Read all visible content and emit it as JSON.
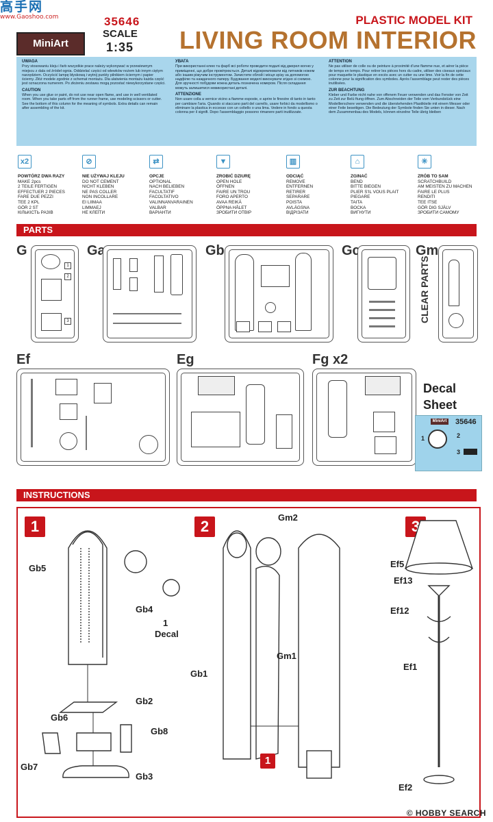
{
  "watermark": {
    "big": "高手网",
    "small": "www.Gaoshoo.com"
  },
  "header": {
    "logo": "MiniArt",
    "kit_number": "35646",
    "scale_label": "SCALE",
    "scale_value": "1:35",
    "kit_type": "PLASTIC MODEL KIT",
    "title": "LIVING ROOM INTERIOR"
  },
  "warnings": {
    "uwaga": {
      "heading": "UWAGA",
      "text": "Przy stosowaniu kleju i farb wszystkie prace należy wykonywać w przewiewnym miejscu z dala od źródeł ognia. Oddzielać części od wlewków nożem lub innym ciętym narzędziem. Oczyścić lampę błyskową i wytnij punkty pilnikiem ściernym i papier ścierny. Złóż modele zgodnie z schemat montażu. Dla ułatwienia montażu każda część jest oznaczona numerem. Po złożeniu zestawu mogą pozostać niewykorzystane części."
    },
    "caution": {
      "heading": "CAUTION",
      "text": "When you use glue or paint, do not use near open flame, and use in well ventilated room. When you take parts off from the runner frame, use modeling scissors or cutter. See the bottom of this column for the meaning of symbols. Extra details can remain after assembling of the kit."
    },
    "uvaga": {
      "heading": "УВАГА",
      "text": "При використанні клею та фарб всі роботи проводити подалі від джерел вогню у приміщенні, що добре провітрюється. Деталі відокремлювати від литників ножем або іншим ріжучим інструментом. Зачистити облой і місця зрізу за допомогою надфілю та наждачного паперу. Будування моделі виконувати згідно зі схемою. Для зручності побудови кожна деталь позначена номером. Після складання можуть залишитися невикористані деталі."
    },
    "attenzione": {
      "heading": "ATTENZIONE",
      "text": "Non usare colla a vernice vicino a fiamme esposte, e aprire le finestre di tanto in tanto per cambiare l'aria. Quando si staccano parti del carrello, usare forbici da modellismo o eliminare la plastica in eccesso con un coltello o una lima. Vedere in fondo a questa colonna per il signifi. Dopo l'assemblaggio possono rimanere parti inutilizzate."
    },
    "attention": {
      "heading": "ATTENTION",
      "text": "Ne pas utiliser de colle ou de peinture à proximité d'une flamme nue, et aérer la pièce de temps en temps. Pour retirer les pièces hors du cadre, utiliser des ciseaux spéciaux pour maquette le plastique en excès avec un cutter ou une lime. Voir la fin de cette colonne pour la signification des symboles. Après l'assemblage peut rester des pièces inutilisées."
    },
    "beachtung": {
      "heading": "ZUR BEACHTUNG",
      "text": "Kleber und Farbe nicht nahe von offenem Feuer verwenden und das Fenster von Zeit zu Zeit zur Belü ftung öffnen. Zum Abschneiden der Teile vom Verbundstück eine Modellierschere verwenden und die überstehenden Plastikteile mit einem Messer oder einer Feile beseitigen. Die Bedeutung der Symbole finden Sie unten in dieser. Nach dem Zusammenbau des Models, können einzelne Teile übrig bleiben"
    }
  },
  "symbols": [
    {
      "icon": "x2",
      "icon_name": "repeat-x2-icon",
      "lines": [
        "POWTÓRZ DWA RAZY",
        "MAKE 2pcs",
        "2 TEILE FERTIGEN",
        "EFFECTUER 2 PIECES",
        "FARE DUE PEZZI",
        "TEE 2 KPL",
        "GÖR 2 ST",
        "КІЛЬКІСТЬ РАЗІВ"
      ]
    },
    {
      "icon": "⊘",
      "icon_name": "no-glue-icon",
      "lines": [
        "NIE UŻYWAJ KLEJU",
        "DO NOT CEMENT",
        "NICHT KLEBEN",
        "NE PAS COLLER",
        "NON INCOLLARE",
        "EI LIIMAA",
        "LIMMAEJ",
        "НЕ КЛЕЇТИ"
      ]
    },
    {
      "icon": "⇄",
      "icon_name": "optional-icon",
      "lines": [
        "OPCJE",
        "OPTIONAL",
        "NACH BELIEBEN",
        "FACULTATIF",
        "FACOLTATIVO",
        "VALINNANVARAINEN",
        "VALBAR",
        "ВАРІАНТИ"
      ]
    },
    {
      "icon": "▼",
      "icon_name": "drill-hole-icon",
      "lines": [
        "ZROBIĆ DZIURĘ",
        "OPEN HOLE",
        "ÖFFNEN",
        "FAIRE UN TROU",
        "FORO APERTO",
        "AVAA REIKÄ",
        "ÖPPNA HÅLET",
        "ЗРОБИТИ ОТВІР"
      ]
    },
    {
      "icon": "▥",
      "icon_name": "remove-icon",
      "lines": [
        "ODCIĄĆ",
        "REMOVE",
        "ENTFERNEN",
        "RETIRER",
        "SEPARARE",
        "POISTA",
        "AVLÄGSNA",
        "ВІДРІЗАТИ"
      ]
    },
    {
      "icon": "⌂",
      "icon_name": "bend-icon",
      "lines": [
        "ZGINAĆ",
        "BEND",
        "BITTE BIEGEN",
        "PLIER S'IL VOUS PLAIT",
        "PIEGARE",
        "TAITA",
        "BOCKA",
        "ВИГНУТИ"
      ]
    },
    {
      "icon": "✳",
      "icon_name": "scratchbuild-icon",
      "lines": [
        "ZRÓB TO SAM",
        "SCRATCHBUILD",
        "AM MEISTEN ZU MACHEN",
        "FAIRE LE PLUS",
        "RENDITI",
        "TEE ITSE",
        "GÖR DIG SJÄLV",
        "ЗРОБИТИ САМОМУ"
      ]
    }
  ],
  "parts_title": "PARTS",
  "sprue_labels": {
    "G": "G",
    "Ga": "Ga",
    "Gb": "Gb",
    "Gc": "Gc",
    "Gm": "Gm",
    "Ef": "Ef",
    "Eg": "Eg",
    "Fg": "Fg x2"
  },
  "clear_parts": "CLEAR PARTS",
  "decal": {
    "title_1": "Decal",
    "title_2": "Sheet",
    "number": "35646",
    "logo": "MiniArt",
    "n1": "1",
    "n2": "2",
    "n3": "3"
  },
  "instructions_title": "INSTRUCTIONS",
  "steps": [
    "1",
    "2",
    "3"
  ],
  "callouts": {
    "s1": [
      "Gb5",
      "Gb4",
      "1",
      "Decal",
      "Gb2",
      "Gb6",
      "Gb8",
      "Gb7",
      "Gb3"
    ],
    "s2": [
      "Gm2",
      "Gm1",
      "Gb1",
      "1"
    ],
    "s3": [
      "Ef5",
      "Ef13",
      "Ef12",
      "Ef1",
      "Ef2"
    ]
  },
  "footer": "© HOBBY SEARCH"
}
